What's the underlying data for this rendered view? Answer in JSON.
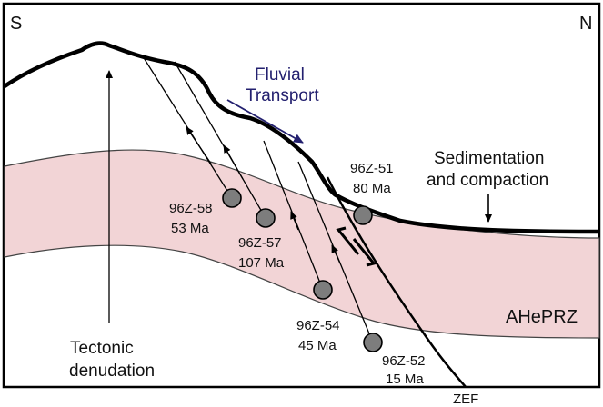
{
  "orientation": {
    "south": "S",
    "north": "N"
  },
  "labels": {
    "fluvial_line1": "Fluvial",
    "fluvial_line2": "Transport",
    "sedimentation_line1": "Sedimentation",
    "sedimentation_line2": "and compaction",
    "tectonic_line1": "Tectonic",
    "tectonic_line2": "denudation",
    "zone": "AHePRZ",
    "fault": "ZEF"
  },
  "samples": [
    {
      "id": "96Z-58",
      "age": "53 Ma"
    },
    {
      "id": "96Z-57",
      "age": "107 Ma"
    },
    {
      "id": "96Z-51",
      "age": "80 Ma"
    },
    {
      "id": "96Z-54",
      "age": "45 Ma"
    },
    {
      "id": "96Z-52",
      "age": "15 Ma"
    }
  ],
  "colors": {
    "zone_fill": "#f2d4d6",
    "sample_fill": "#7d7d7d",
    "fluvial_text": "#23206f",
    "fluvial_arrow": "#23206f",
    "outline": "#000000"
  }
}
